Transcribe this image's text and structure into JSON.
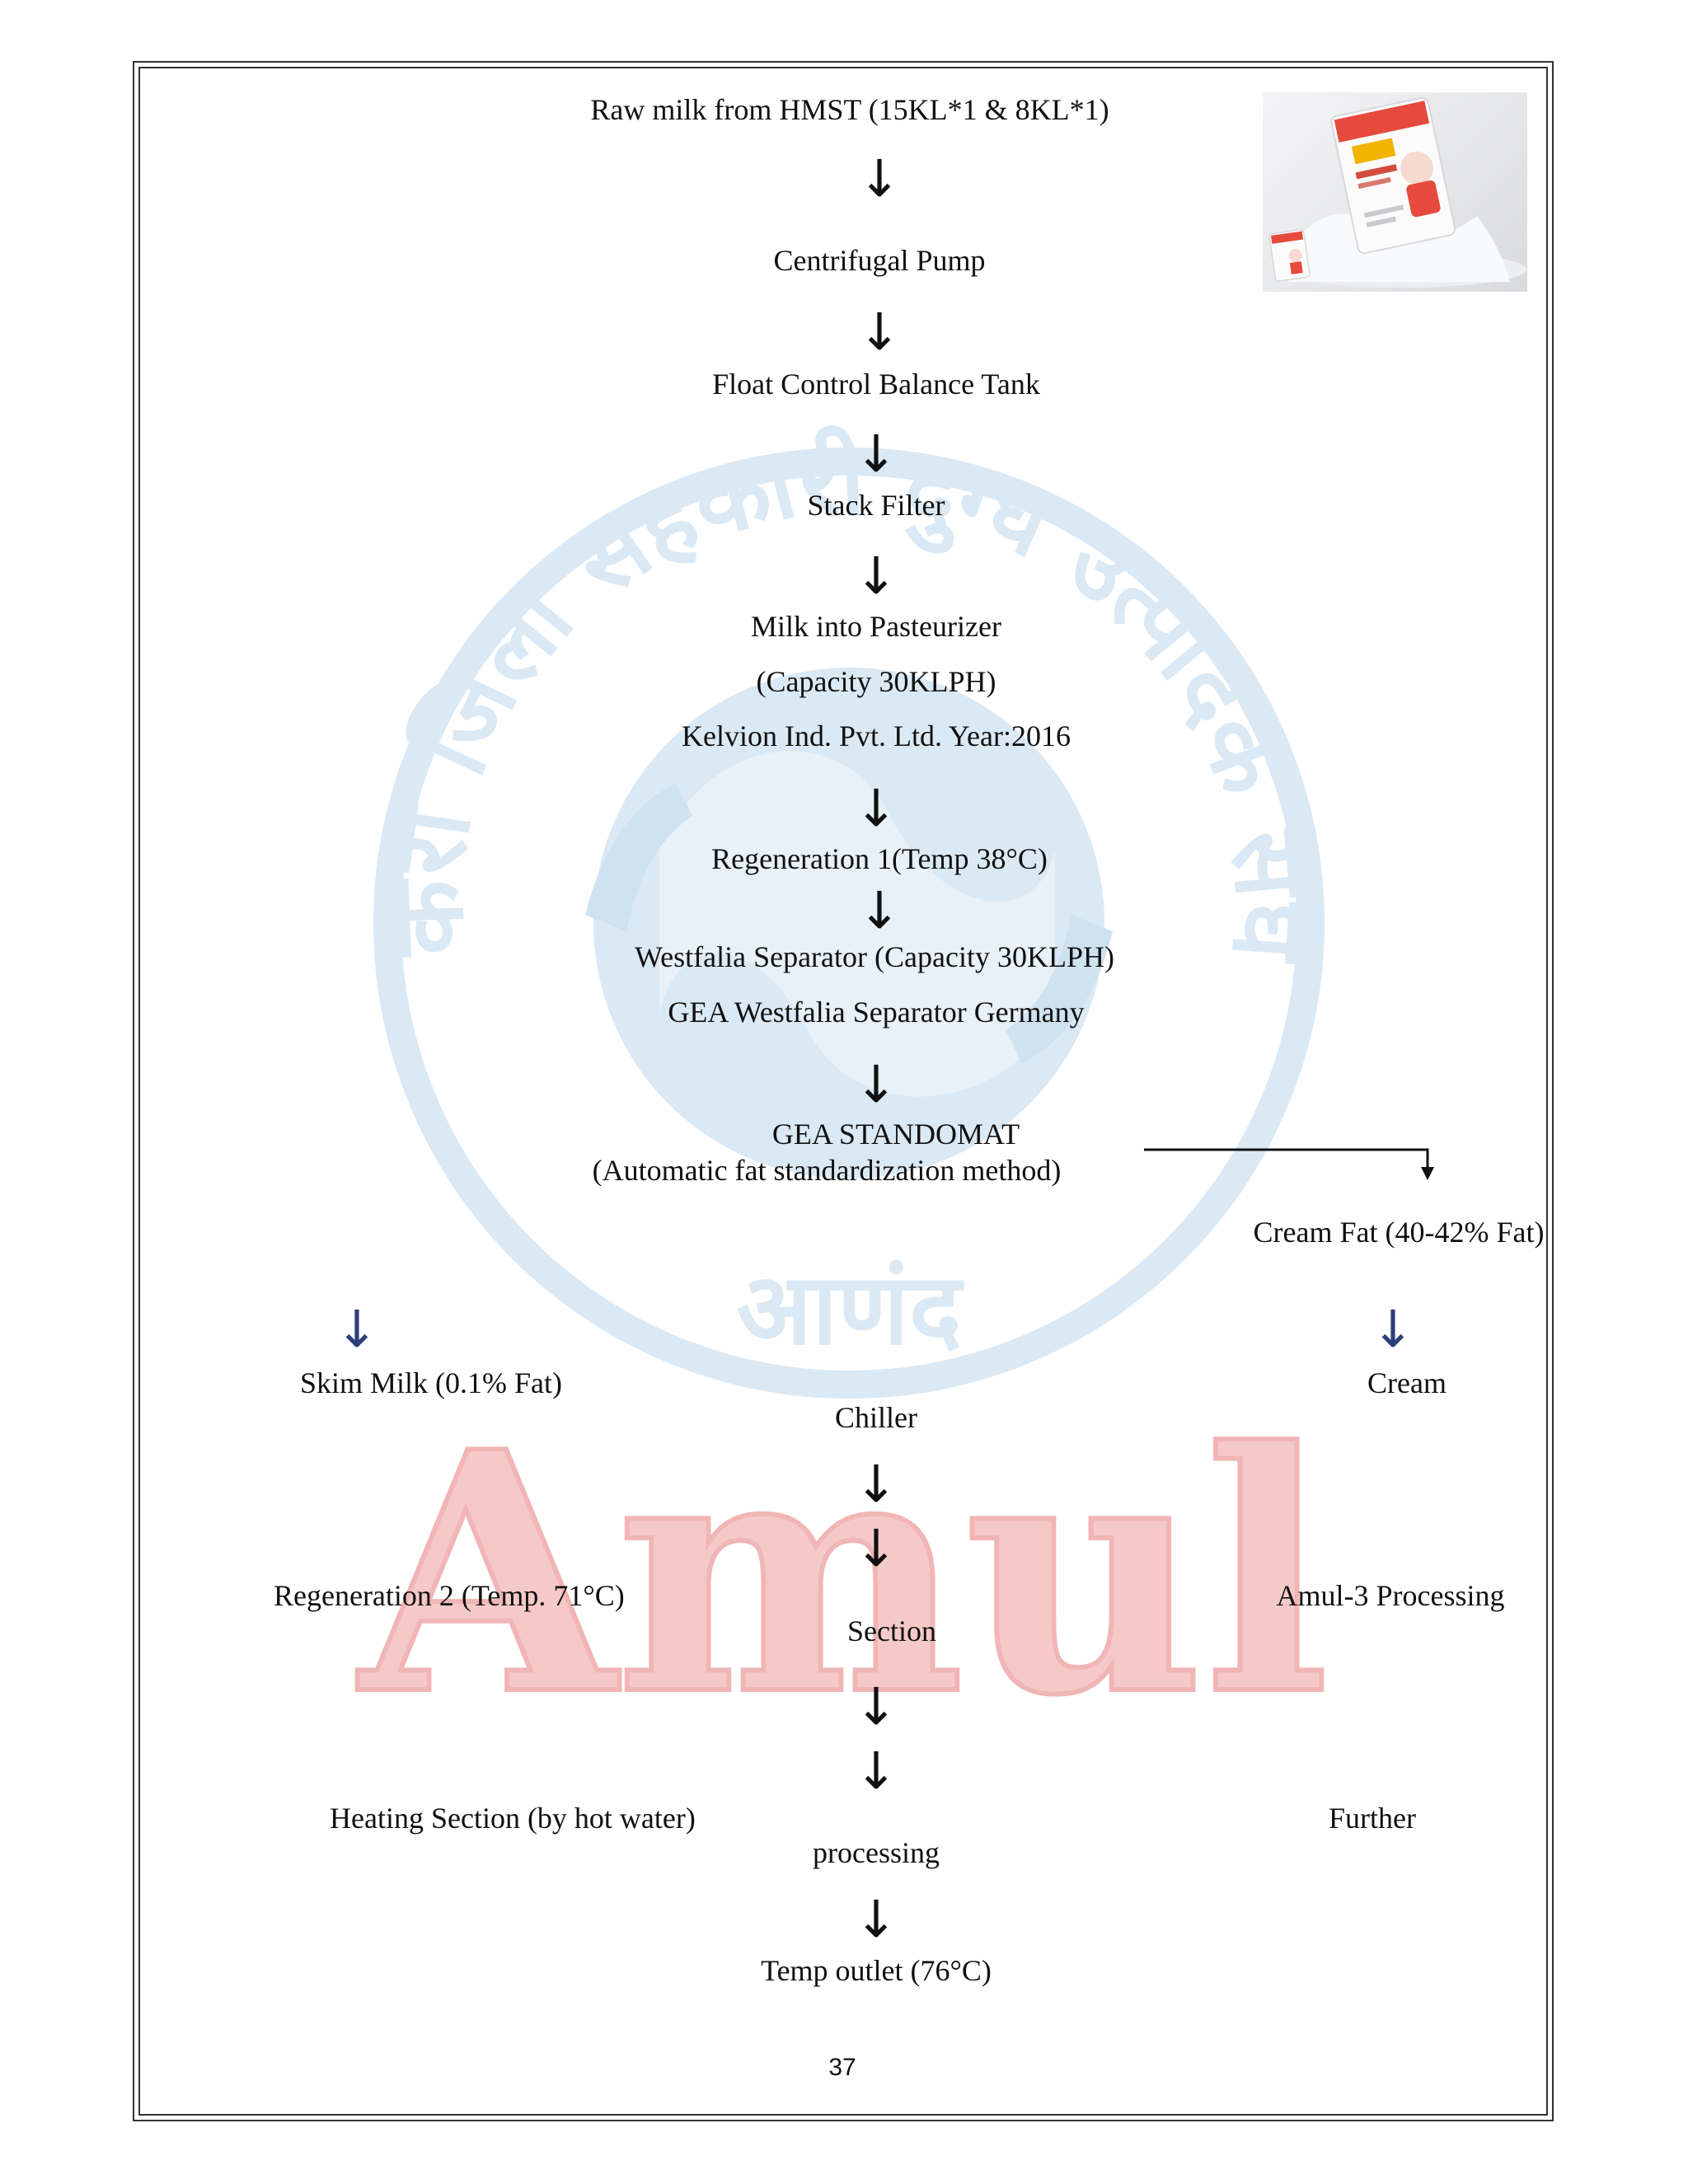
{
  "flow": {
    "raw_milk": "Raw milk from HMST (15KL*1 & 8KL*1)",
    "pump": "Centrifugal Pump",
    "balance_tank": "Float Control Balance Tank",
    "stack_filter": "Stack Filter",
    "pasteurizer": "Milk into Pasteurizer",
    "pasteurizer_capacity": "(Capacity 30KLPH)",
    "pasteurizer_maker": "Kelvion Ind. Pvt. Ltd. Year:2016",
    "regen1": "Regeneration 1(Temp 38°C)",
    "separator": "Westfalia Separator (Capacity 30KLPH)",
    "separator_maker": "GEA Westfalia Separator Germany",
    "standomat": "GEA STANDOMAT",
    "standomat_desc": "(Automatic fat standardization method)",
    "cream_fat": "Cream Fat (40-42% Fat)",
    "skim_milk": "Skim Milk (0.1% Fat)",
    "cream": "Cream",
    "chiller": "Chiller",
    "regen2": "Regeneration 2 (Temp. 71°C)",
    "amul3": "Amul-3 Processing",
    "section": "Section",
    "heating": "Heating Section (by hot water)",
    "further": "Further",
    "processing": "processing",
    "outlet": "Temp outlet (76°C)"
  },
  "watermark": {
    "brand": "Amul",
    "place": "आणंद",
    "arc_text": "कैरा जिला सहकारी दुग्ध उत्पादक संघ लि."
  },
  "page_number": "37",
  "colors": {
    "border": "#333333",
    "text": "#111111",
    "blue_arrow": "#2c3e7a",
    "watermark_blue": "#dbe9f4",
    "watermark_red": "#f6c9c9"
  }
}
